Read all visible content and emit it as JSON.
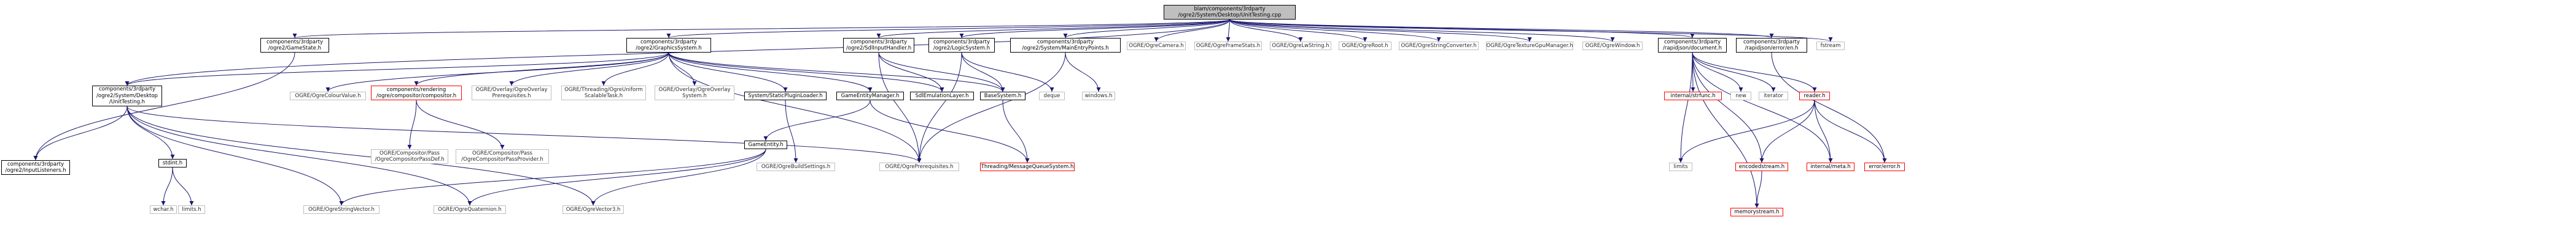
{
  "nodes": [
    {
      "id": "root",
      "lines": [
        "blam/components/3rdparty",
        "/ogre2/System/Desktop/UnitTesting.cpp"
      ],
      "style": "root"
    },
    {
      "id": "gamestate",
      "lines": [
        "components/3rdparty",
        "/ogre2/GameState.h"
      ],
      "style": "black"
    },
    {
      "id": "graphicssystem",
      "lines": [
        "components/3rdparty",
        "/ogre2/GraphicsSystem.h"
      ],
      "style": "black"
    },
    {
      "id": "sdlinputhandler",
      "lines": [
        "components/3rdparty",
        "/ogre2/SdlInputHandler.h"
      ],
      "style": "black"
    },
    {
      "id": "logicsystem",
      "lines": [
        "components/3rdparty",
        "/ogre2/LogicSystem.h"
      ],
      "style": "black"
    },
    {
      "id": "mainentrypoints",
      "lines": [
        "components/3rdparty",
        "/ogre2/System/MainEntryPoints.h"
      ],
      "style": "black"
    },
    {
      "id": "ogrecamera",
      "lines": [
        "OGRE/OgreCamera.h"
      ],
      "style": "grey"
    },
    {
      "id": "ogreframestats",
      "lines": [
        "OGRE/OgreFrameStats.h"
      ],
      "style": "grey"
    },
    {
      "id": "ogrelwstring",
      "lines": [
        "OGRE/OgreLwString.h"
      ],
      "style": "grey"
    },
    {
      "id": "ogreroot",
      "lines": [
        "OGRE/OgreRoot.h"
      ],
      "style": "grey"
    },
    {
      "id": "ogrestringconverter",
      "lines": [
        "OGRE/OgreStringConverter.h"
      ],
      "style": "grey"
    },
    {
      "id": "ogretexturegpumanager",
      "lines": [
        "OGRE/OgreTextureGpuManager.h"
      ],
      "style": "grey"
    },
    {
      "id": "ogrewindow",
      "lines": [
        "OGRE/OgreWindow.h"
      ],
      "style": "grey"
    },
    {
      "id": "document",
      "lines": [
        "components/3rdparty",
        "/rapidjson/document.h"
      ],
      "style": "black"
    },
    {
      "id": "rj_error",
      "lines": [
        "components/3rdparty",
        "/rapidjson/error/en.h"
      ],
      "style": "black"
    },
    {
      "id": "fstream",
      "lines": [
        "fstream"
      ],
      "style": "grey"
    },
    {
      "id": "unittesting_h",
      "lines": [
        "components/3rdparty",
        "/ogre2/System/Desktop",
        "/UnitTesting.h"
      ],
      "style": "black"
    },
    {
      "id": "ogrecolourvalue",
      "lines": [
        "OGRE/OgreColourValue.h"
      ],
      "style": "grey"
    },
    {
      "id": "compositor",
      "lines": [
        "components/rendering",
        "/ogre/compositor/compositor.h"
      ],
      "style": "red"
    },
    {
      "id": "overlayprereq",
      "lines": [
        "OGRE/Overlay/OgreOverlay",
        "Prerequisites.h"
      ],
      "style": "grey"
    },
    {
      "id": "threadinguniform",
      "lines": [
        "OGRE/Threading/OgreUniform",
        "ScalableTask.h"
      ],
      "style": "grey"
    },
    {
      "id": "overlaysystem",
      "lines": [
        "OGRE/Overlay/OgreOverlay",
        "System.h"
      ],
      "style": "grey"
    },
    {
      "id": "staticpluginloader",
      "lines": [
        "System/StaticPluginLoader.h"
      ],
      "style": "black"
    },
    {
      "id": "gameentitymanager",
      "lines": [
        "GameEntityManager.h"
      ],
      "style": "black"
    },
    {
      "id": "sdlemulationlayer",
      "lines": [
        "SdlEmulationLayer.h"
      ],
      "style": "black"
    },
    {
      "id": "basesystem",
      "lines": [
        "BaseSystem.h"
      ],
      "style": "black"
    },
    {
      "id": "deque",
      "lines": [
        "deque"
      ],
      "style": "grey"
    },
    {
      "id": "windows",
      "lines": [
        "windows.h"
      ],
      "style": "grey"
    },
    {
      "id": "internal_strfunc",
      "lines": [
        "internal/strfunc.h"
      ],
      "style": "red"
    },
    {
      "id": "new",
      "lines": [
        "new"
      ],
      "style": "grey"
    },
    {
      "id": "iterator",
      "lines": [
        "iterator"
      ],
      "style": "grey"
    },
    {
      "id": "reader",
      "lines": [
        "reader.h"
      ],
      "style": "red"
    },
    {
      "id": "sdl2inputlisteners",
      "lines": [
        "components/3rdparty",
        "/ogre2/InputListeners.h"
      ],
      "style": "black"
    },
    {
      "id": "compositorpassdef",
      "lines": [
        "OGRE/Compositor/Pass",
        "/OgreCompositorPassDef.h"
      ],
      "style": "grey"
    },
    {
      "id": "compositorpassprovider",
      "lines": [
        "OGRE/Compositor/Pass",
        "/OgreCompositorPassProvider.h"
      ],
      "style": "grey"
    },
    {
      "id": "ogrebuildsettings",
      "lines": [
        "OGRE/OgreBuildSettings.h"
      ],
      "style": "grey"
    },
    {
      "id": "ogreprerequisites",
      "lines": [
        "OGRE/OgrePrerequisites.h"
      ],
      "style": "grey"
    },
    {
      "id": "messagequeuesystem",
      "lines": [
        "Threading/MessageQueueSystem.h"
      ],
      "style": "red"
    },
    {
      "id": "stdint",
      "lines": [
        "stdint.h"
      ],
      "style": "black"
    },
    {
      "id": "gameentity",
      "lines": [
        "GameEntity.h"
      ],
      "style": "black"
    },
    {
      "id": "wchar",
      "lines": [
        "wchar.h"
      ],
      "style": "grey"
    },
    {
      "id": "limits_h",
      "lines": [
        "limits.h"
      ],
      "style": "grey"
    },
    {
      "id": "ogrestringvector",
      "lines": [
        "OGRE/OgreStringVector.h"
      ],
      "style": "grey"
    },
    {
      "id": "ogrequaternion",
      "lines": [
        "OGRE/OgreQuaternion.h"
      ],
      "style": "grey"
    },
    {
      "id": "ogrevector3",
      "lines": [
        "OGRE/OgreVector3.h"
      ],
      "style": "grey"
    },
    {
      "id": "limits",
      "lines": [
        "limits"
      ],
      "style": "grey"
    },
    {
      "id": "encodedstream",
      "lines": [
        "encodedstream.h"
      ],
      "style": "red"
    },
    {
      "id": "internal_meta",
      "lines": [
        "internal/meta.h"
      ],
      "style": "red"
    },
    {
      "id": "error_h",
      "lines": [
        "error/error.h"
      ],
      "style": "red"
    },
    {
      "id": "memorystream",
      "lines": [
        "memorystream.h"
      ],
      "style": "red"
    }
  ],
  "edges": [
    [
      "root",
      "gamestate"
    ],
    [
      "root",
      "graphicssystem"
    ],
    [
      "root",
      "sdlinputhandler"
    ],
    [
      "root",
      "logicsystem"
    ],
    [
      "root",
      "mainentrypoints"
    ],
    [
      "root",
      "ogrecamera"
    ],
    [
      "root",
      "ogreframestats"
    ],
    [
      "root",
      "ogrelwstring"
    ],
    [
      "root",
      "ogreroot"
    ],
    [
      "root",
      "ogrestringconverter"
    ],
    [
      "root",
      "ogretexturegpumanager"
    ],
    [
      "root",
      "ogrewindow"
    ],
    [
      "root",
      "document"
    ],
    [
      "root",
      "rj_error"
    ],
    [
      "root",
      "fstream"
    ],
    [
      "root",
      "unittesting_h"
    ],
    [
      "gamestate",
      "sdl2inputlisteners"
    ],
    [
      "graphicssystem",
      "unittesting_h"
    ],
    [
      "graphicssystem",
      "ogrecolourvalue"
    ],
    [
      "graphicssystem",
      "compositor"
    ],
    [
      "graphicssystem",
      "overlayprereq"
    ],
    [
      "graphicssystem",
      "threadinguniform"
    ],
    [
      "graphicssystem",
      "overlaysystem"
    ],
    [
      "graphicssystem",
      "staticpluginloader"
    ],
    [
      "graphicssystem",
      "gameentitymanager"
    ],
    [
      "graphicssystem",
      "sdlemulationlayer"
    ],
    [
      "graphicssystem",
      "basesystem"
    ],
    [
      "graphicssystem",
      "ogreprerequisites"
    ],
    [
      "sdlinputhandler",
      "sdlemulationlayer"
    ],
    [
      "sdlinputhandler",
      "basesystem"
    ],
    [
      "sdlinputhandler",
      "ogreprerequisites"
    ],
    [
      "logicsystem",
      "basesystem"
    ],
    [
      "logicsystem",
      "deque"
    ],
    [
      "logicsystem",
      "ogreprerequisites"
    ],
    [
      "mainentrypoints",
      "windows"
    ],
    [
      "mainentrypoints",
      "ogreprerequisites"
    ],
    [
      "document",
      "internal_strfunc"
    ],
    [
      "document",
      "new"
    ],
    [
      "document",
      "iterator"
    ],
    [
      "document",
      "reader"
    ],
    [
      "document",
      "limits"
    ],
    [
      "document",
      "encodedstream"
    ],
    [
      "document",
      "internal_meta"
    ],
    [
      "document",
      "memorystream"
    ],
    [
      "rj_error",
      "error_h"
    ],
    [
      "unittesting_h",
      "stdint"
    ],
    [
      "unittesting_h",
      "sdl2inputlisteners"
    ],
    [
      "unittesting_h",
      "ogreprerequisites"
    ],
    [
      "unittesting_h",
      "ogrestringvector"
    ],
    [
      "unittesting_h",
      "ogrequaternion"
    ],
    [
      "unittesting_h",
      "ogrevector3"
    ],
    [
      "compositor",
      "compositorpassdef"
    ],
    [
      "compositor",
      "compositorpassprovider"
    ],
    [
      "staticpluginloader",
      "ogrebuildsettings"
    ],
    [
      "gameentitymanager",
      "gameentity"
    ],
    [
      "gameentitymanager",
      "messagequeuesystem"
    ],
    [
      "basesystem",
      "messagequeuesystem"
    ],
    [
      "stdint",
      "wchar"
    ],
    [
      "stdint",
      "limits_h"
    ],
    [
      "gameentity",
      "ogrestringvector"
    ],
    [
      "gameentity",
      "ogrequaternion"
    ],
    [
      "gameentity",
      "ogrevector3"
    ],
    [
      "reader",
      "encodedstream"
    ],
    [
      "reader",
      "internal_meta"
    ],
    [
      "reader",
      "error_h"
    ],
    [
      "reader",
      "limits"
    ],
    [
      "encodedstream",
      "memorystream"
    ]
  ]
}
